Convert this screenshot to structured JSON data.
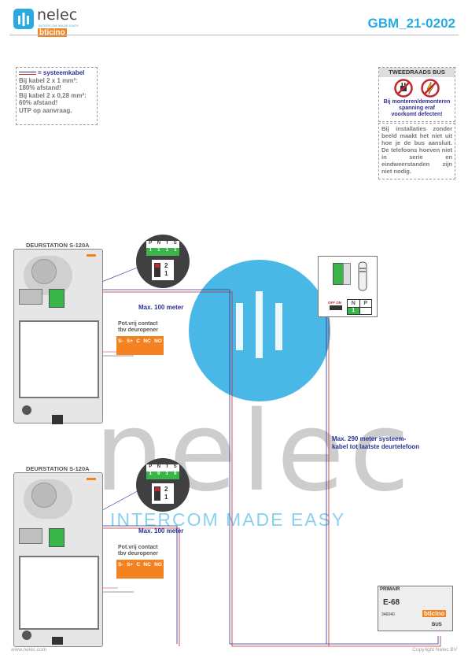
{
  "header": {
    "brand": "nelec",
    "brand_tagline": "INTERCOM MADE EASY",
    "brand_partner": "bticino",
    "doc_id": "GBM_21-0202",
    "brand_color": "#29abe2",
    "accent_color": "#f58220"
  },
  "legend": {
    "cable_label": "= systeemkabel",
    "lines": [
      "Bij kabel 2 x 1 mm²:",
      "180% afstand!",
      "Bij kabel 2 x 0,28 mm²:",
      "60% afstand!",
      "UTP op aanvraag."
    ]
  },
  "warning": {
    "title": "TWEEDRAADS BUS",
    "lines": [
      "Bij monteren/demonteren",
      "spanning eraf",
      "voorkomt defecten!"
    ],
    "note": "Bij installaties zonder beeld maakt het niet uit hoe je de bus aansluit. De telefoons hoeven niet in serie en eindweerstanden zijn niet nodig."
  },
  "stations": [
    {
      "title": "DEURSTATION S-120A",
      "distance": "Max. 100 meter",
      "contact_line1": "Pot.vrij contact",
      "contact_line2": "tbv deuropener",
      "terminals": [
        "S-",
        "S+",
        "C",
        "NC",
        "NO"
      ],
      "switch_labels": [
        "P",
        "N",
        "T",
        "S"
      ],
      "switch_values": [
        "1",
        "1",
        "1",
        "1"
      ],
      "dip_labels": [
        "2",
        "1"
      ]
    },
    {
      "title": "DEURSTATION S-120A",
      "distance": "Max. 100 meter",
      "contact_line1": "Pot.vrij contact",
      "contact_line2": "tbv deuropener",
      "terminals": [
        "S-",
        "S+",
        "C",
        "NC",
        "NO"
      ],
      "switch_labels": [
        "P",
        "N",
        "T",
        "S"
      ],
      "switch_values": [
        "1",
        "0",
        "1",
        "0"
      ],
      "dip_labels": [
        "2",
        "1"
      ]
    }
  ],
  "phone": {
    "np_labels": [
      "N",
      "P"
    ],
    "np_value": "1",
    "switch_label": "OFF ON"
  },
  "system_note": {
    "line1": "Max. 290 meter systeem-",
    "line2": "kabel tot laatste deurtelefoon"
  },
  "power_supply": {
    "label_primary": "PRIMAIR",
    "model": "E-68",
    "code": "346040",
    "brand": "bticino",
    "bus_label": "BUS"
  },
  "watermark": {
    "text": "nelec",
    "tagline": "INTERCOM MADE EASY"
  },
  "footer": {
    "left": "www.nelec.com",
    "right": "Copyright Nelec BV"
  }
}
